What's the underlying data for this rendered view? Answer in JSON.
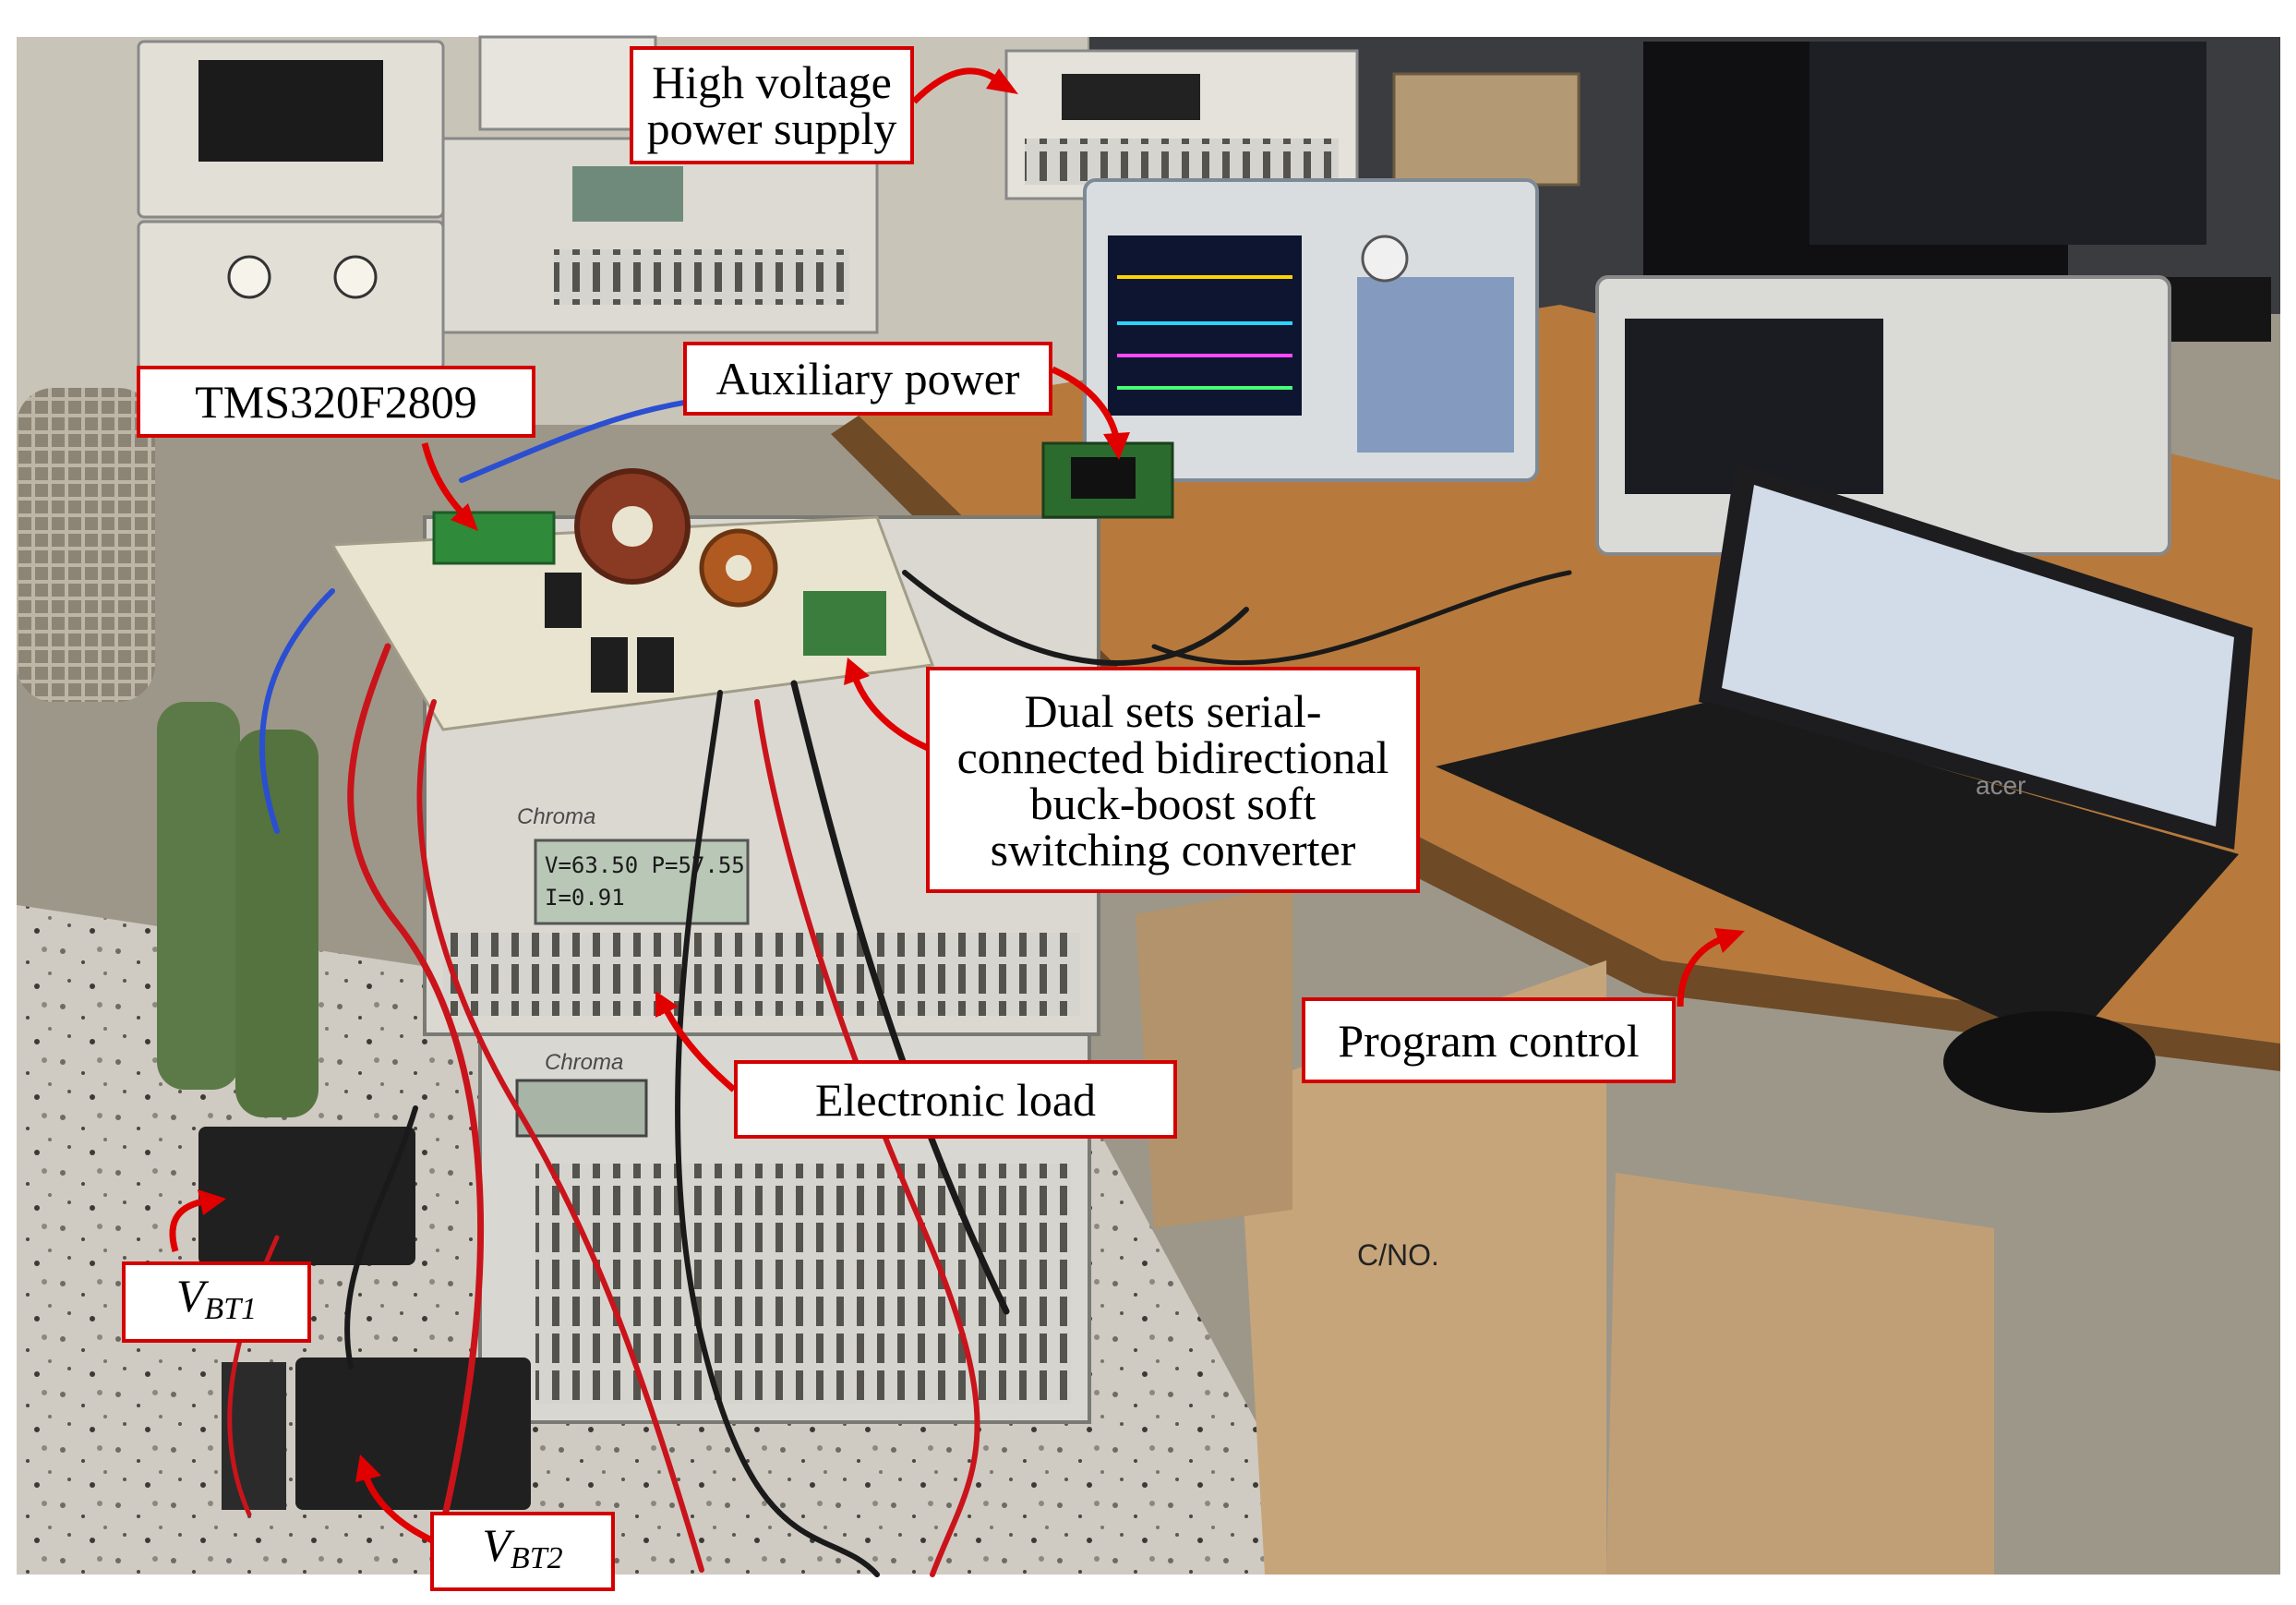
{
  "figure": {
    "labels": {
      "high_voltage_line1": "High voltage",
      "high_voltage_line2": "power supply",
      "dsp": "TMS320F2809",
      "auxiliary": "Auxiliary power",
      "converter_line1": "Dual sets serial-",
      "converter_line2": "connected bidirectional",
      "converter_line3": "buck-boost soft",
      "converter_line4": "switching converter",
      "electronic_load": "Electronic load",
      "program_control": "Program control",
      "vbt1_main": "V",
      "vbt1_sub": "BT1",
      "vbt2_main": "V",
      "vbt2_sub": "BT2"
    },
    "equipment_text": {
      "load_display_line1": "V=63.50   P=57.55",
      "load_display_line2": "I=0.91",
      "brand_chroma": "Chroma",
      "brand_laptop": "acer",
      "box_text": "C/NO."
    },
    "colors": {
      "callout_border": "#d40000",
      "arrow": "#e00000",
      "floor": "#cfcac2",
      "desk": "#b77a3c",
      "instrument": "#d8d6cf",
      "inductor": "#8a3a22"
    }
  }
}
